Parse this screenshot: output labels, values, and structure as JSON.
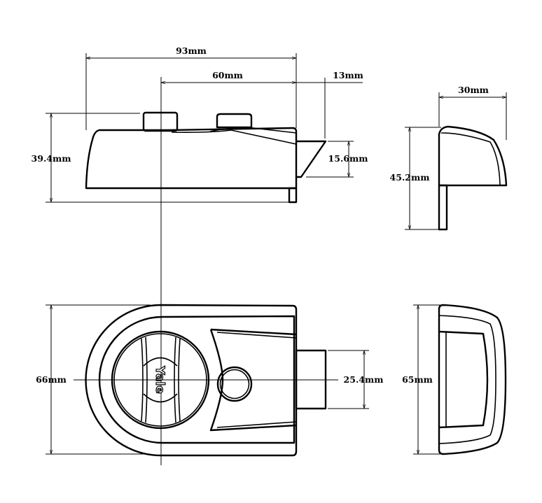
{
  "title": "Yale night latch dimension drawing",
  "dimensions": {
    "overall_length": "93mm",
    "backset": "60mm",
    "bolt_throw": "13mm",
    "side_height": "39.4mm",
    "bolt_height": "15.6mm",
    "end_depth": "30mm",
    "end_height": "45.2mm",
    "body_width": "66mm",
    "bolt_width": "25.4mm",
    "end_width": "65mm"
  },
  "logo": "Yale",
  "colors": {
    "line": "#000000",
    "background": "#ffffff"
  }
}
